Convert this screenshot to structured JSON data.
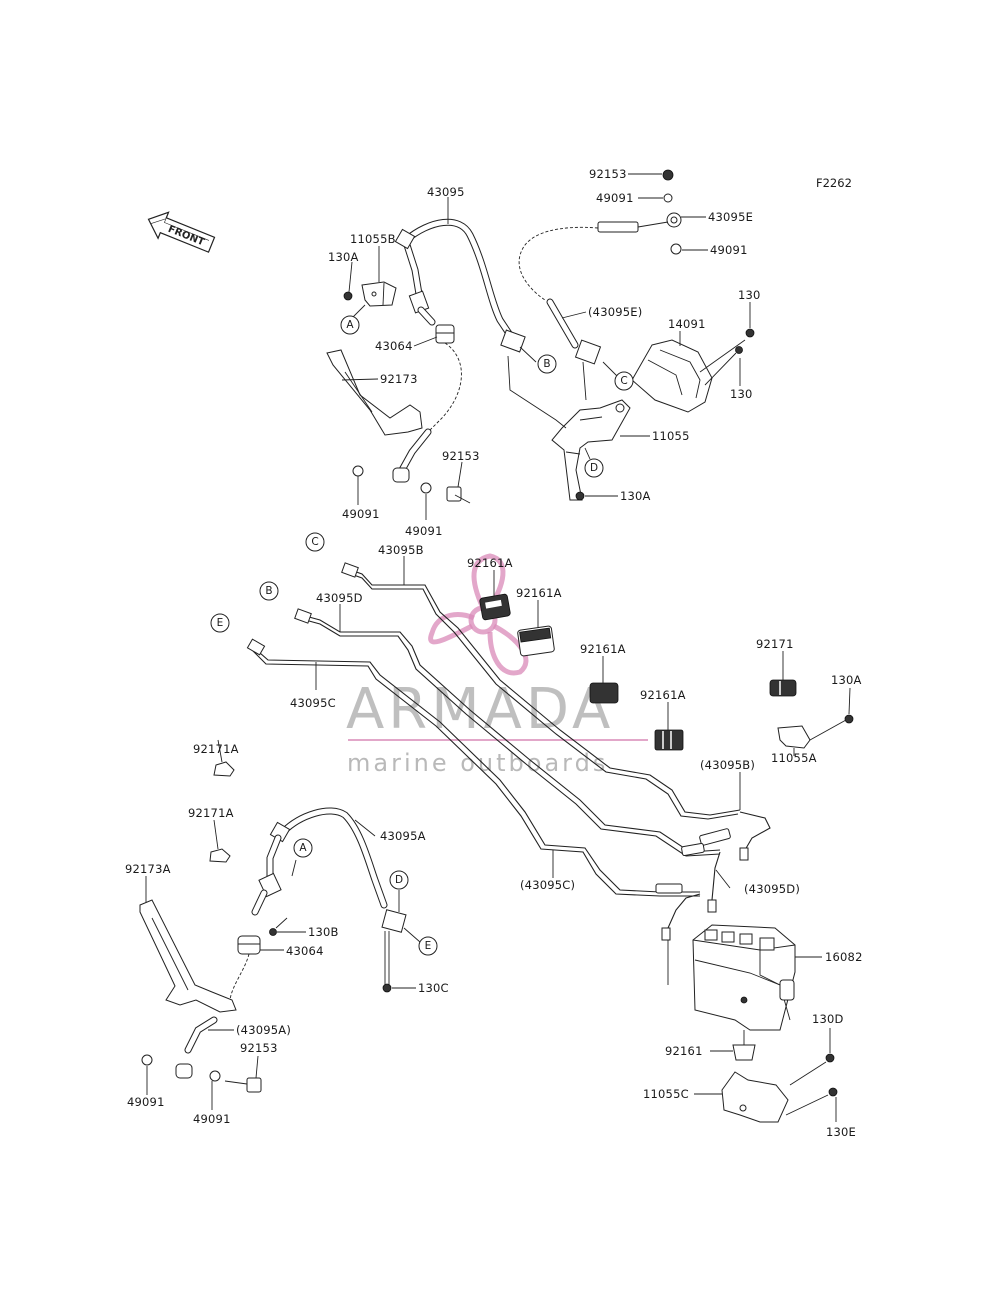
{
  "figure_code": "F2262",
  "front_label": "FRONT",
  "watermark": {
    "brand": "ARMADA",
    "tagline": "marine outboards"
  },
  "circles": [
    "A",
    "B",
    "C",
    "D",
    "E"
  ],
  "labels": {
    "p43095_top": "43095",
    "p11055B": "11055B",
    "p130A_tl": "130A",
    "p43064_top": "43064",
    "p92173": "92173",
    "p49091_a": "49091",
    "p49091_b": "49091",
    "p92153_mid": "92153",
    "p92153_top": "92153",
    "p49091_top1": "49091",
    "p43095E": "43095E",
    "p49091_top2": "49091",
    "p43095E_paren": "(43095E)",
    "p14091": "14091",
    "p130_a": "130",
    "p130_b": "130",
    "p11055": "11055",
    "p130A_mid": "130A",
    "p43095B": "43095B",
    "p92161A_1": "92161A",
    "p92161A_2": "92161A",
    "p43095D": "43095D",
    "p43095C": "43095C",
    "p92161A_3": "92161A",
    "p92161A_4": "92161A",
    "p92171": "92171",
    "p130A_r": "130A",
    "p11055A": "11055A",
    "p43095B_paren": "(43095B)",
    "p92171A_1": "92171A",
    "p92171A_2": "92171A",
    "p43095A": "43095A",
    "p92173A": "92173A",
    "p130B": "130B",
    "p43064_bot": "43064",
    "p43095C_paren": "(43095C)",
    "p43095D_paren": "(43095D)",
    "p16082": "16082",
    "p130C": "130C",
    "p43095A_paren": "(43095A)",
    "p92153_bot": "92153",
    "p49091_c": "49091",
    "p49091_d": "49091",
    "p92161": "92161",
    "p130D": "130D",
    "p11055C": "11055C",
    "p130E": "130E"
  }
}
